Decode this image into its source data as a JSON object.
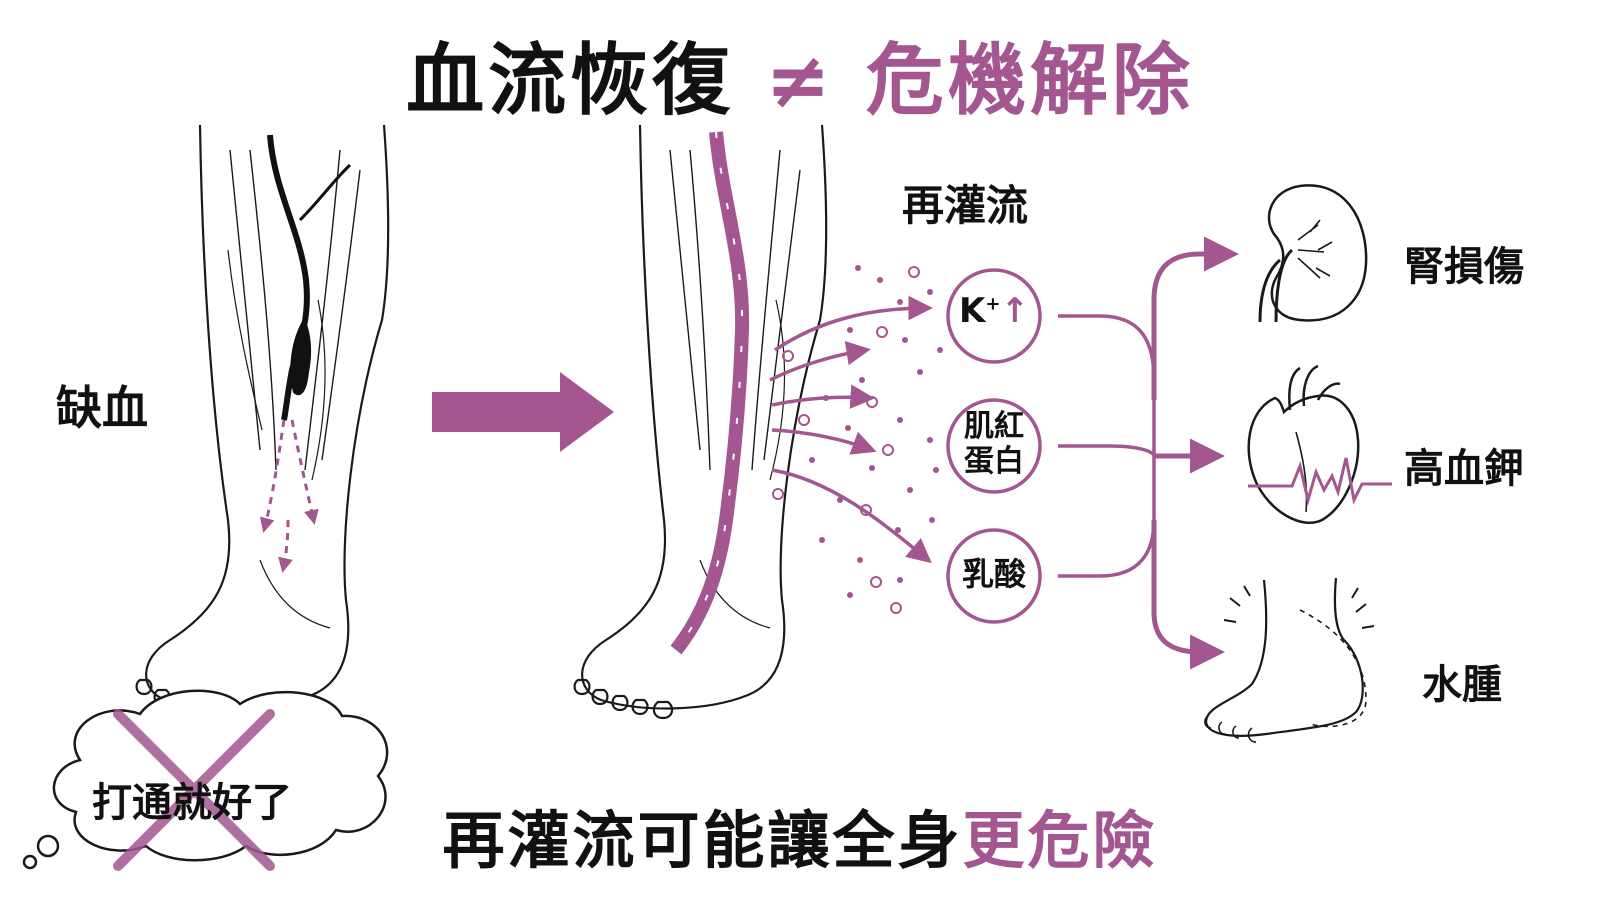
{
  "title": {
    "part1": "血流恢復",
    "neq": "≠",
    "part2": "危機解除"
  },
  "left": {
    "label": "缺血",
    "thought_bubble": "打通就好了"
  },
  "middle": {
    "label": "再灌流"
  },
  "substances": {
    "potassium": {
      "symbol": "K",
      "sup": "+",
      "arrow": "↑"
    },
    "myoglobin": {
      "line1": "肌紅",
      "line2": "蛋白"
    },
    "lactate": "乳酸"
  },
  "outcomes": {
    "kidney": "腎損傷",
    "heart": "高血鉀",
    "foot": "水腫"
  },
  "footer": {
    "part1": "再灌流可能讓全身",
    "part2": "更危險"
  },
  "colors": {
    "accent": "#a3568f",
    "ink": "#111111",
    "background": "#ffffff"
  }
}
